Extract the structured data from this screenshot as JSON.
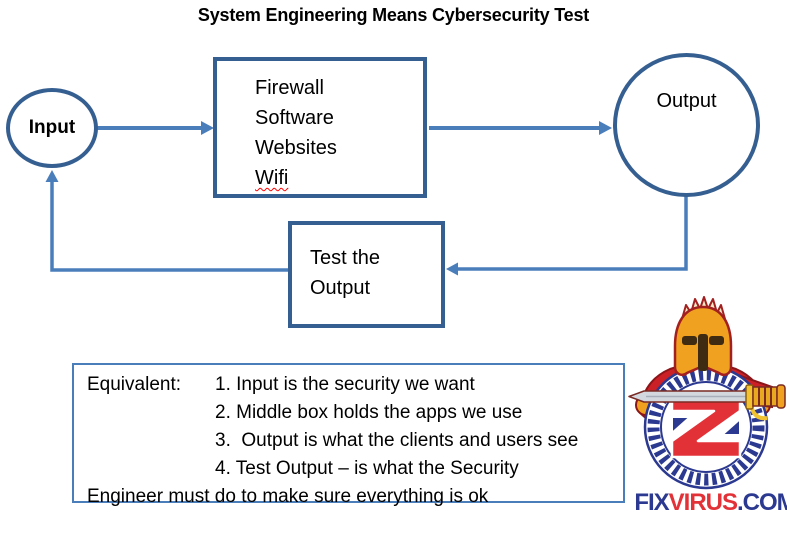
{
  "title": "System Engineering Means Cybersecurity Test",
  "diagram": {
    "input": {
      "label": "Input"
    },
    "process_box": {
      "lines": [
        "Firewall",
        "Software",
        "Websites",
        "Wifi"
      ]
    },
    "output": {
      "label": "Output"
    },
    "test_box": {
      "lines": [
        "Test the",
        "Output"
      ]
    }
  },
  "legend": {
    "label": "Equivalent:",
    "items": [
      "1. Input is the security we want",
      "2. Middle box holds the apps we use",
      "3.  Output is what the clients and users see",
      "4. Test Output – is what the Security"
    ],
    "footer": "Engineer must do to make sure everything is ok"
  },
  "logo": {
    "icon": "spartan-warrior-emblem",
    "text_fix": "FIX",
    "text_virus": "VIRUS",
    "text_com": ".COM"
  },
  "colors": {
    "shape_border": "#365F91",
    "connector": "#4A7EBB",
    "spellcheck_underline": "#FF0000",
    "logo_navy": "#2B3990",
    "logo_red": "#E23238"
  }
}
